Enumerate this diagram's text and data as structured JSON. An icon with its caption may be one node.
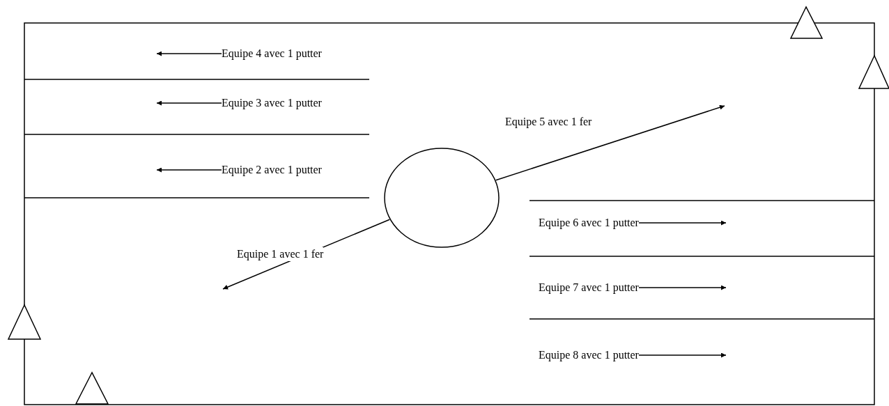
{
  "diagram": {
    "nodes": [
      {
        "text": [],
        "shape": "circle"
      },
      {
        "text": [
          "Equipe 4 avec 1 putter"
        ]
      },
      {
        "text": [
          "Equipe 3 avec 1 putter"
        ]
      },
      {
        "text": [
          "Equipe 5 avec 1 fer"
        ]
      },
      {
        "text": [
          "Equipe 2 avec 1 putter"
        ]
      },
      {
        "text": [
          "Equipe 6 avec 1 putter"
        ]
      },
      {
        "text": [
          "Equipe 1 avec 1 fer"
        ]
      },
      {
        "text": [
          "Equipe 7 avec 1 putter"
        ]
      },
      {
        "text": [
          "Equipe 8 avec 1 putter"
        ]
      }
    ],
    "edges": [
      {
        "from": 1,
        "to": null,
        "arrow": "to"
      },
      {
        "from": 2,
        "to": null,
        "arrow": "to"
      },
      {
        "from": 0,
        "to": null,
        "arrow": "to"
      },
      {
        "from": 4,
        "to": null,
        "arrow": "to"
      },
      {
        "from": 5,
        "to": null,
        "arrow": "to"
      },
      {
        "from": 0,
        "to": null,
        "arrow": "to"
      },
      {
        "from": 7,
        "to": null,
        "arrow": "to"
      },
      {
        "from": 8,
        "to": null,
        "arrow": "to"
      }
    ]
  }
}
